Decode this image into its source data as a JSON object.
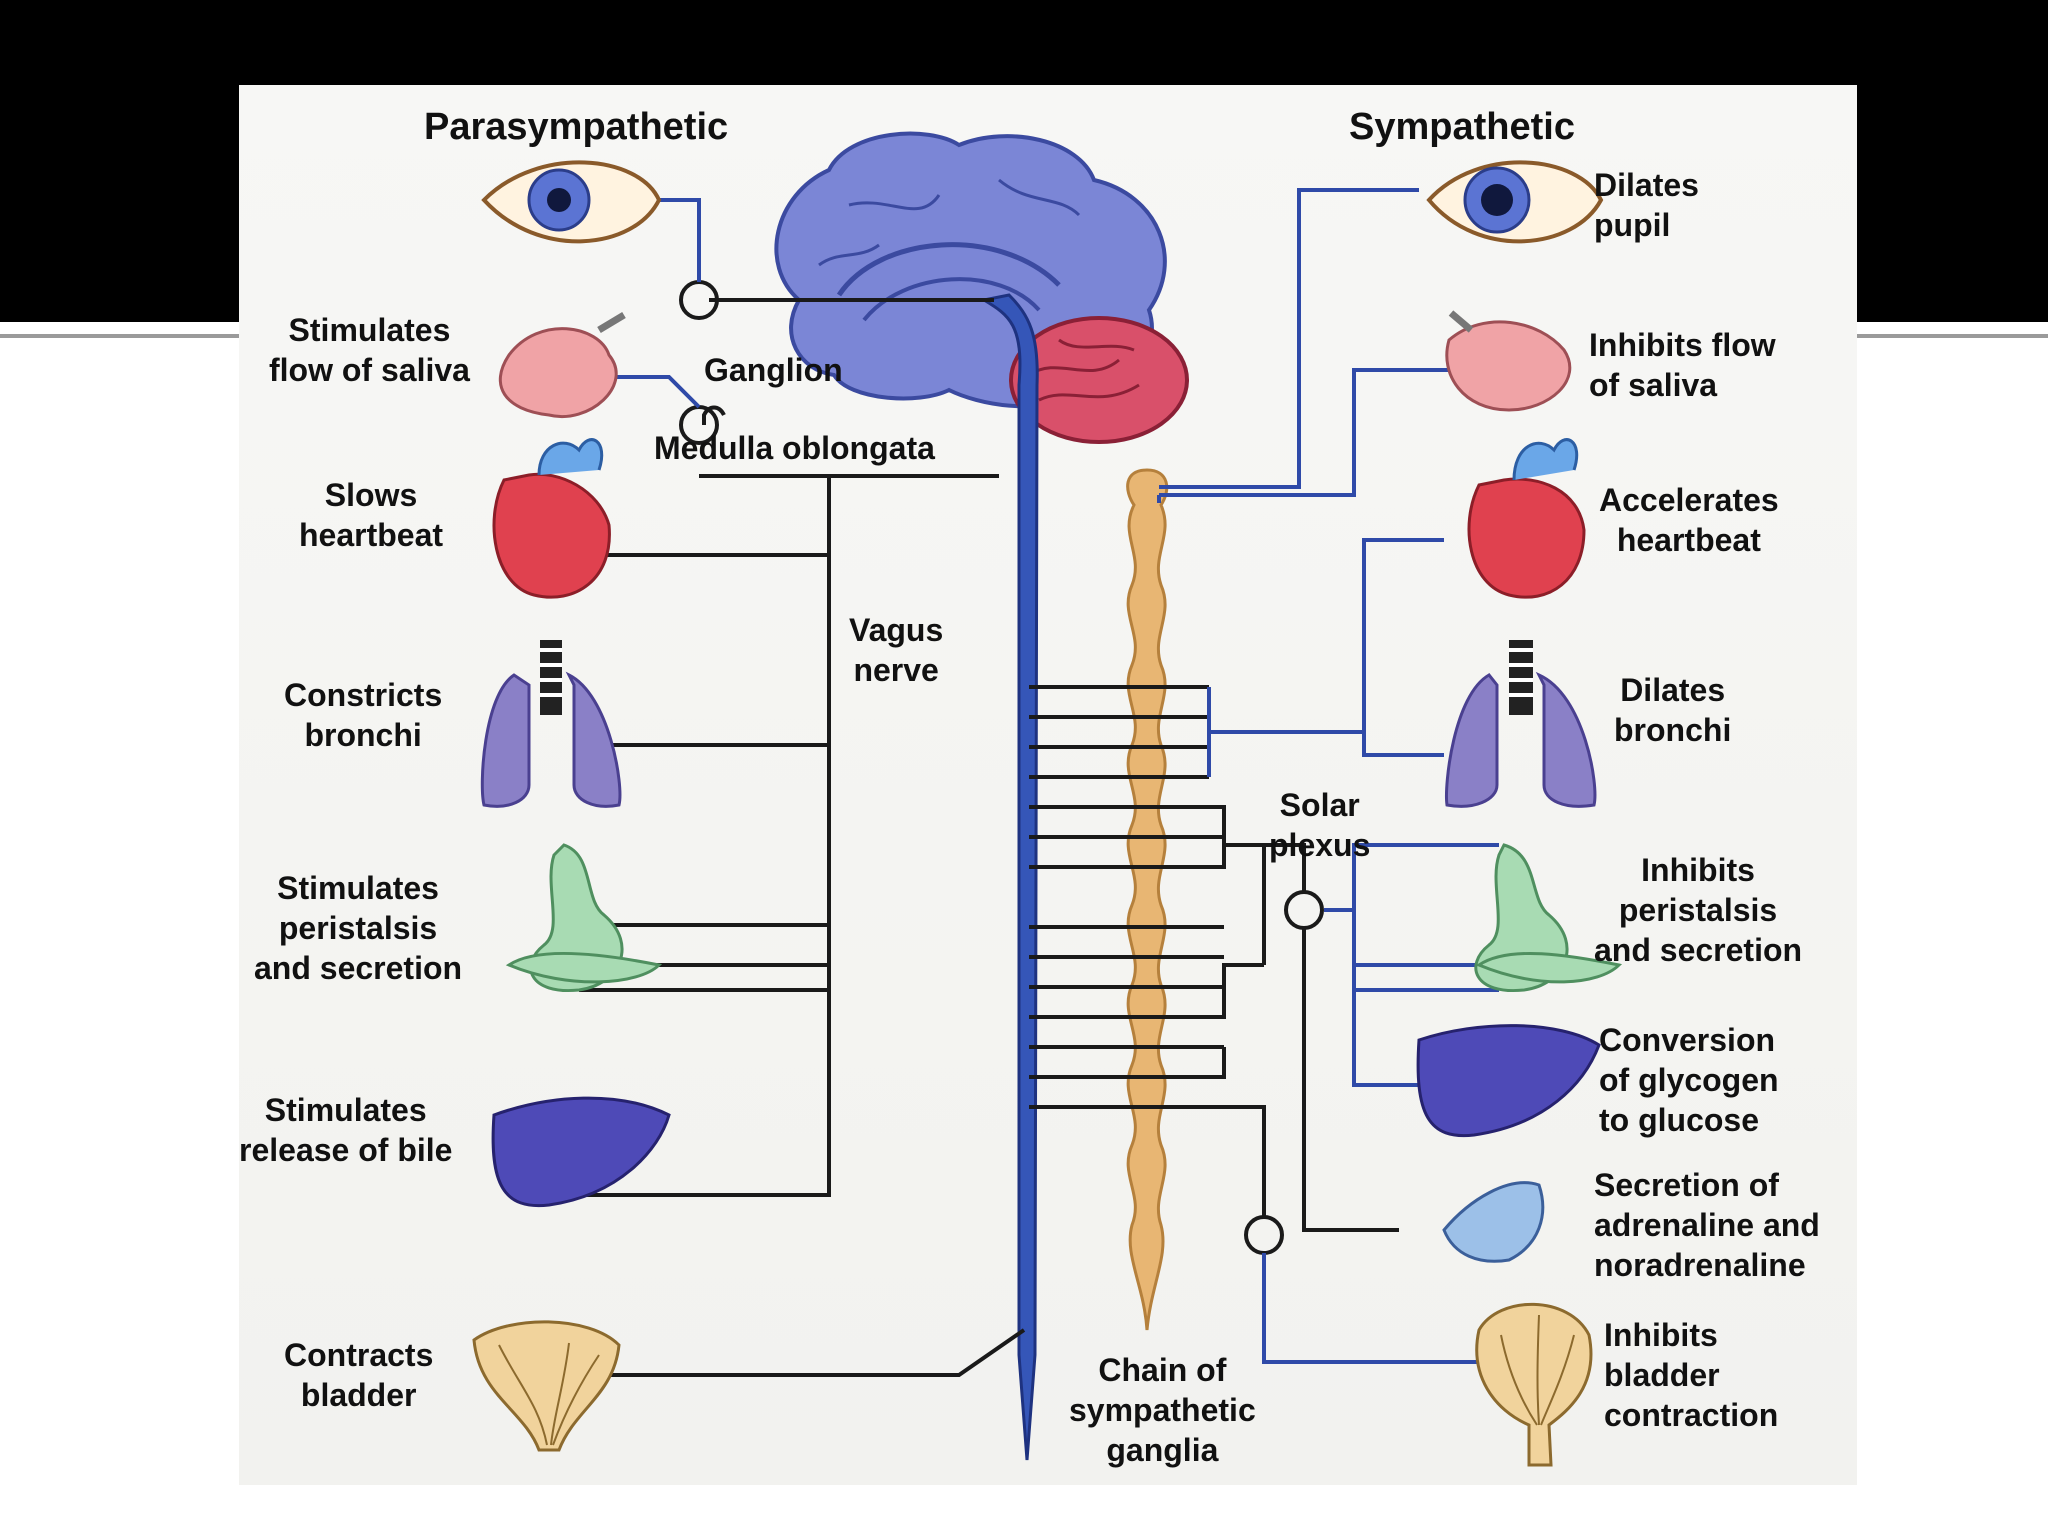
{
  "headers": {
    "parasympathetic": "Parasympathetic",
    "sympathetic": "Sympathetic"
  },
  "center": {
    "ganglion": "Ganglion",
    "medulla": "Medulla oblongata",
    "vagus": [
      "Vagus",
      "nerve"
    ],
    "solar_plexus": [
      "Solar",
      "plexus"
    ],
    "chain": [
      "Chain of",
      "sympathetic",
      "ganglia"
    ]
  },
  "parasympathetic_effects": [
    {
      "organ": "eye",
      "lines": []
    },
    {
      "organ": "salivary-gland",
      "lines": [
        "Stimulates",
        "flow of saliva"
      ]
    },
    {
      "organ": "heart",
      "lines": [
        "Slows",
        "heartbeat"
      ]
    },
    {
      "organ": "lungs",
      "lines": [
        "Constricts",
        "bronchi"
      ]
    },
    {
      "organ": "stomach",
      "lines": [
        "Stimulates",
        "peristalsis",
        "and secretion"
      ]
    },
    {
      "organ": "liver",
      "lines": [
        "Stimulates",
        "release of bile"
      ]
    },
    {
      "organ": "bladder",
      "lines": [
        "Contracts",
        "bladder"
      ]
    }
  ],
  "sympathetic_effects": [
    {
      "organ": "eye",
      "lines": [
        "Dilates",
        "pupil"
      ]
    },
    {
      "organ": "salivary-gland",
      "lines": [
        "Inhibits flow",
        "of saliva"
      ]
    },
    {
      "organ": "heart",
      "lines": [
        "Accelerates",
        "heartbeat"
      ]
    },
    {
      "organ": "lungs",
      "lines": [
        "Dilates",
        "bronchi"
      ]
    },
    {
      "organ": "stomach",
      "lines": [
        "Inhibits",
        "peristalsis",
        "and secretion"
      ]
    },
    {
      "organ": "liver",
      "lines": [
        "Conversion",
        "of glycogen",
        "to glucose"
      ]
    },
    {
      "organ": "adrenal-gland",
      "lines": [
        "Secretion of",
        "adrenaline and",
        "noradrenaline"
      ]
    },
    {
      "organ": "bladder",
      "lines": [
        "Inhibits",
        "bladder",
        "contraction"
      ]
    }
  ],
  "colors": {
    "brain": "#7b86d6",
    "cerebellum": "#d9506a",
    "spinal_cord": "#3556b8",
    "ganglia_chain": "#e8b673",
    "nerve_black": "#1a1a1a",
    "nerve_blue": "#2f4aa8"
  }
}
